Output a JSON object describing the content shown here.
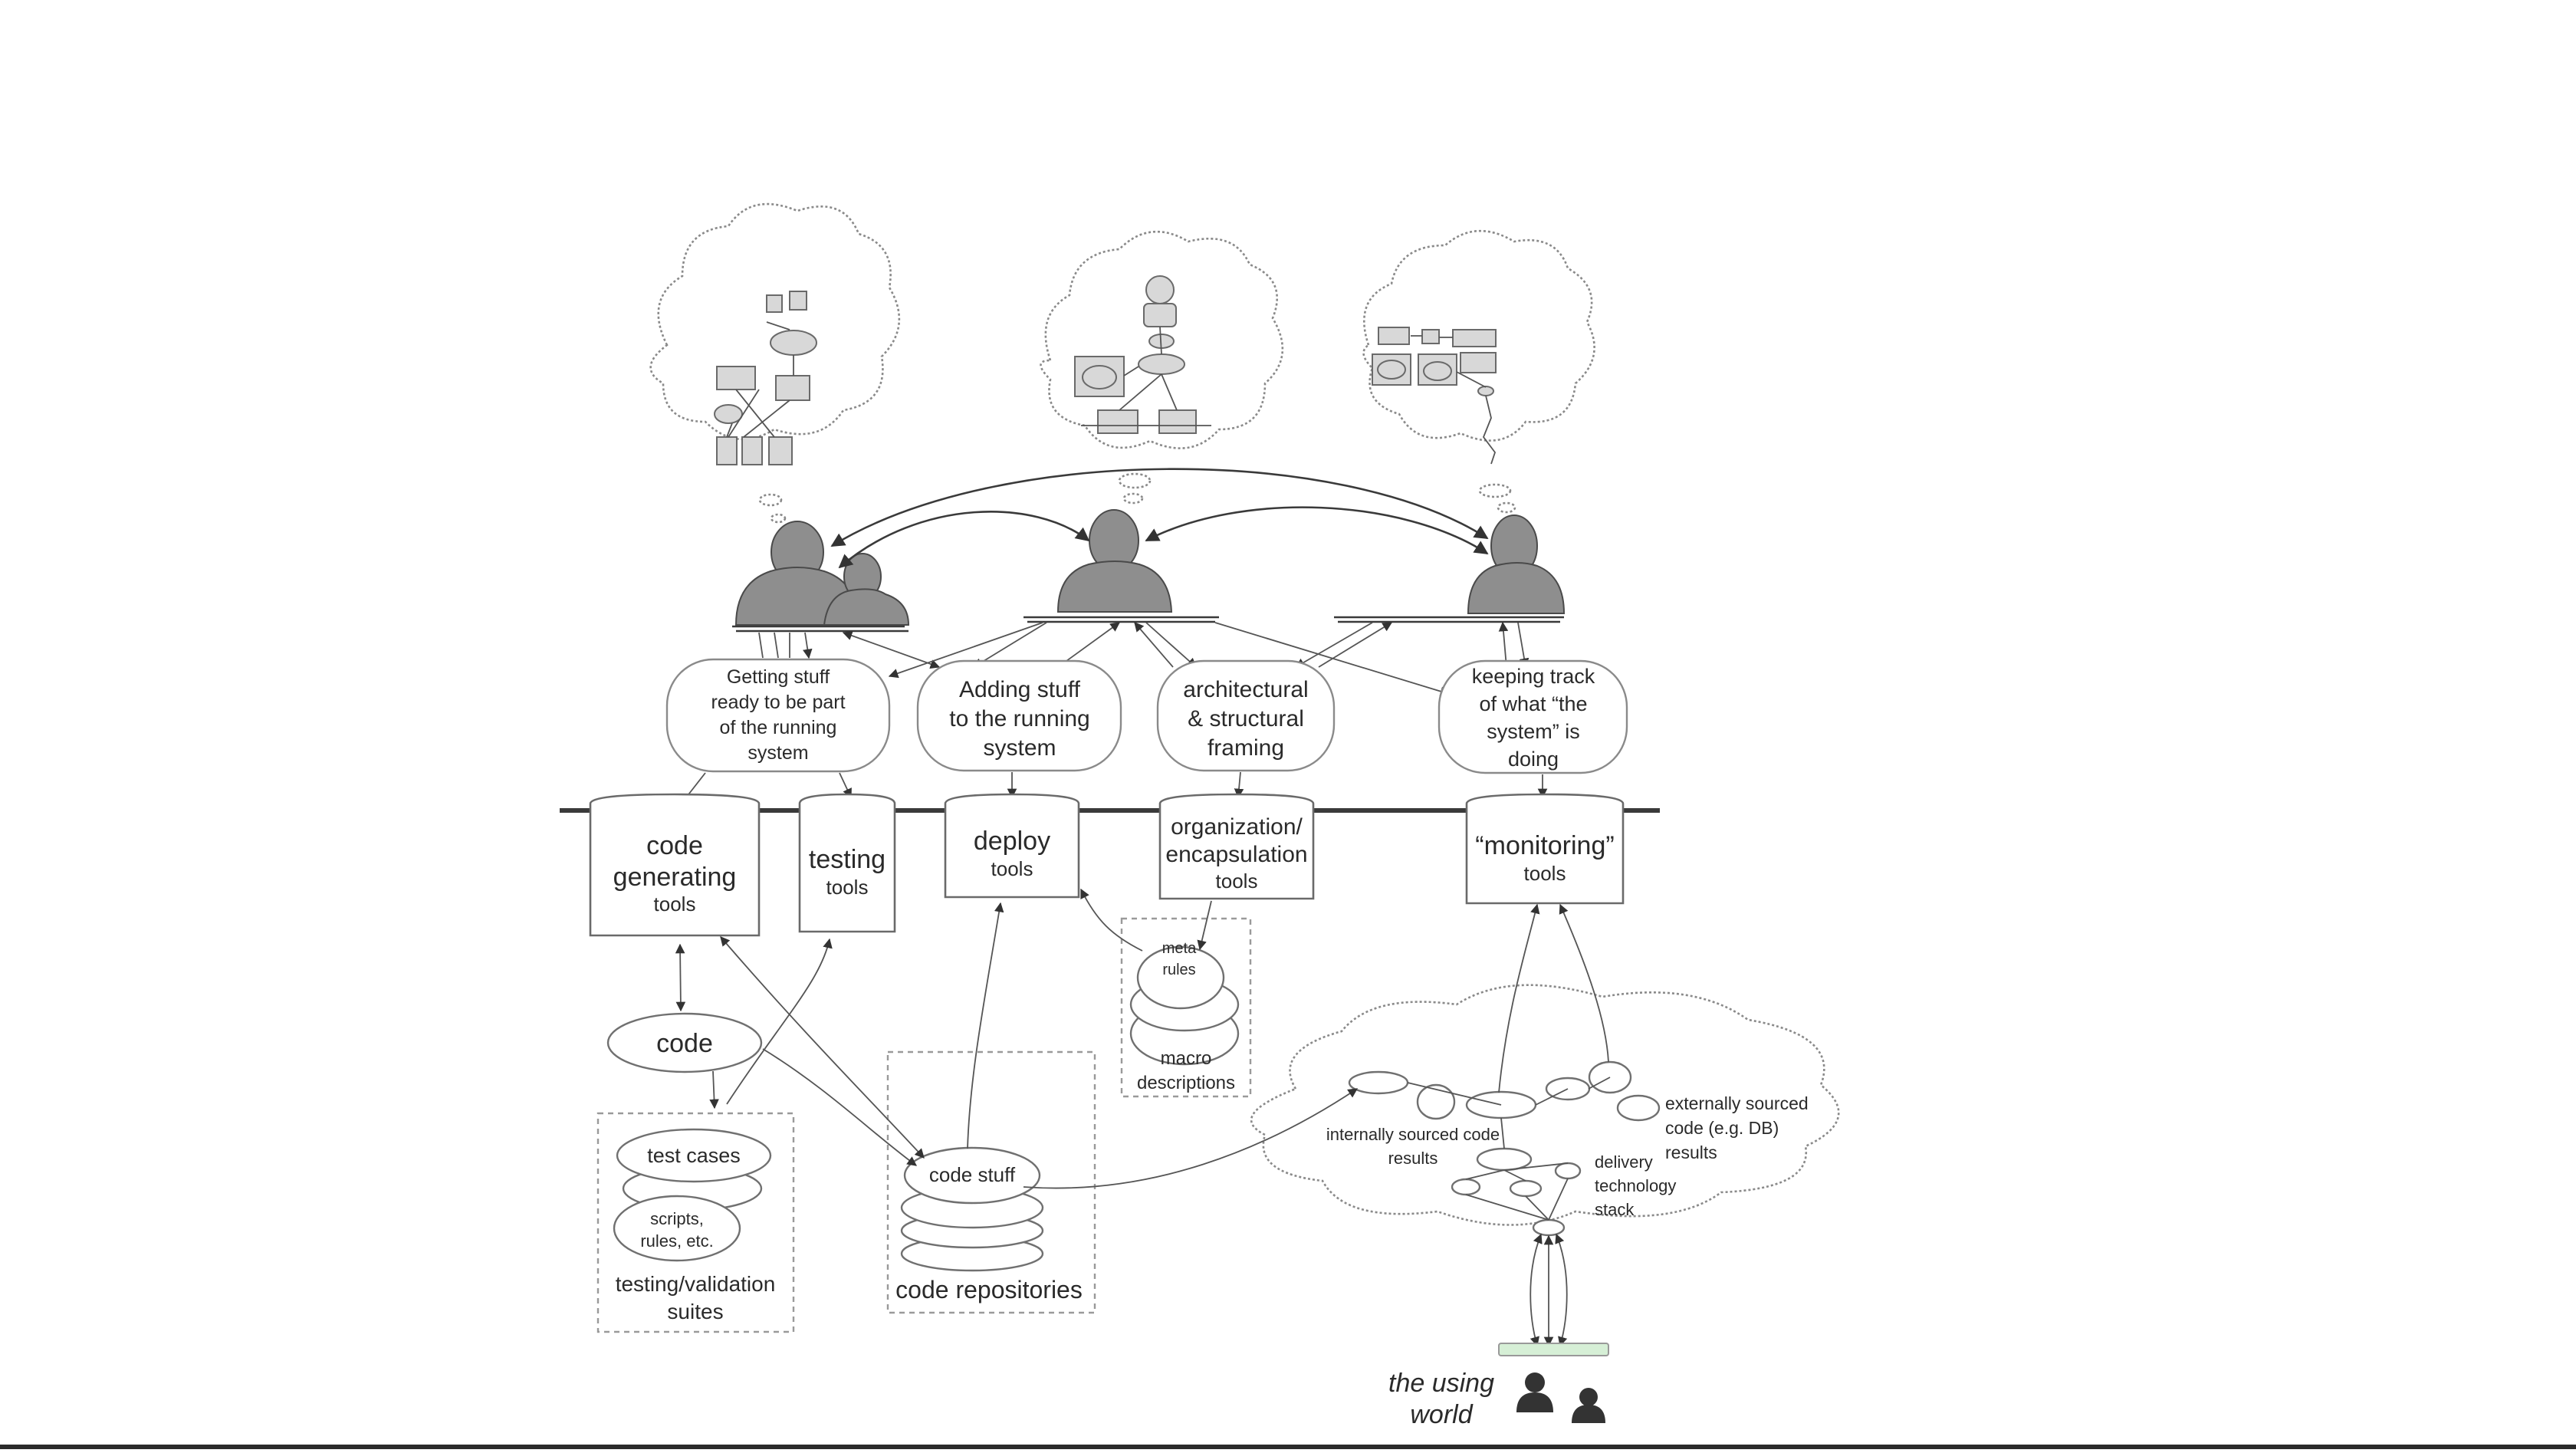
{
  "roles": [
    {
      "id": "r1",
      "lines": [
        "Getting stuff",
        "ready to be part",
        "of the running",
        "system"
      ]
    },
    {
      "id": "r2",
      "lines": [
        "Adding stuff",
        "to the running",
        "system"
      ]
    },
    {
      "id": "r3",
      "lines": [
        "architectural",
        "& structural",
        "framing"
      ]
    },
    {
      "id": "r4",
      "lines": [
        "keeping track",
        "of what “the",
        "system” is",
        "doing"
      ]
    }
  ],
  "tools": [
    {
      "id": "t1",
      "main": [
        "code",
        "generating"
      ],
      "sub": "tools"
    },
    {
      "id": "t2",
      "main": [
        "testing"
      ],
      "sub": "tools"
    },
    {
      "id": "t3",
      "main": [
        "deploy"
      ],
      "sub": "tools"
    },
    {
      "id": "t4",
      "main": [
        "organization/",
        "encapsulation"
      ],
      "sub": "tools"
    },
    {
      "id": "t5",
      "main": [
        "“monitoring”"
      ],
      "sub": "tools"
    }
  ],
  "artifacts": {
    "code": "code",
    "test_cases": "test cases",
    "scripts": [
      "scripts,",
      "rules, etc."
    ],
    "testing_suites": [
      "testing/validation",
      "suites"
    ],
    "code_stuff": "code stuff",
    "code_repositories": "code repositories",
    "meta_rules": [
      "meta",
      "rules"
    ],
    "macro_descriptions": [
      "macro",
      "descriptions"
    ]
  },
  "runtime": {
    "internal": [
      "internally sourced code",
      "results"
    ],
    "external": [
      "externally sourced",
      "code (e.g. DB)",
      "results"
    ],
    "delivery": [
      "delivery",
      "technology",
      "stack"
    ]
  },
  "using_world": [
    "the using",
    "world"
  ]
}
